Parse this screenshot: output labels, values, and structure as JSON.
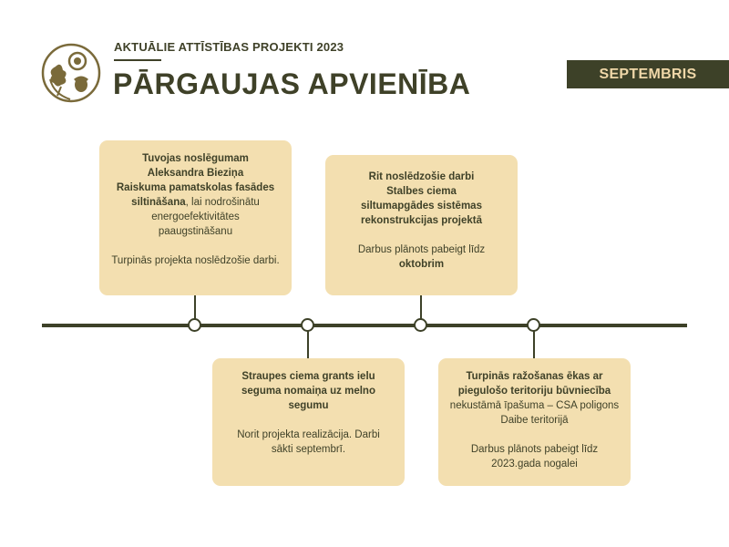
{
  "header": {
    "supertitle": "AKTUĀLIE ATTĪSTĪBAS PROJEKTI 2023",
    "title": "PĀRGAUJAS APVIENĪBA",
    "month": "SEPTEMBRIS"
  },
  "colors": {
    "dark": "#3d4128",
    "card": "#f3dfb0",
    "accent_text": "#efd7a8"
  },
  "cards": [
    {
      "bold": [
        "Tuvojas noslēgumam",
        "Aleksandra Bieziņa",
        "Raiskuma pamatskolas fasādes",
        "siltināšana"
      ],
      "tail": ", lai nodrošinātu",
      "lines": [
        "energoefektivitātes",
        "paaugstināšanu"
      ],
      "note": "Turpinās projekta noslēdzošie darbi."
    },
    {
      "bold": [
        "Straupes ciema grants ielu",
        "seguma nomaiņa uz melno",
        "segumu"
      ],
      "note": [
        "Norit projekta realizācija. Darbi",
        "sākti septembrī."
      ]
    },
    {
      "bold": [
        "Rit noslēdzošie darbi",
        "Stalbes ciema",
        "siltumapgādes sistēmas",
        "rekonstrukcijas projektā"
      ],
      "note": "Darbus plānots pabeigt līdz",
      "note_bold": "oktobrim"
    },
    {
      "bold": [
        "Turpinās ražošanas ēkas ar",
        "piegulošo teritoriju būvniecība"
      ],
      "lines": [
        "nekustāmā īpašuma – CSA poligons",
        "Daibe teritorijā"
      ],
      "note": [
        "Darbus plānots pabeigt līdz",
        "2023.gada nogalei"
      ]
    }
  ]
}
